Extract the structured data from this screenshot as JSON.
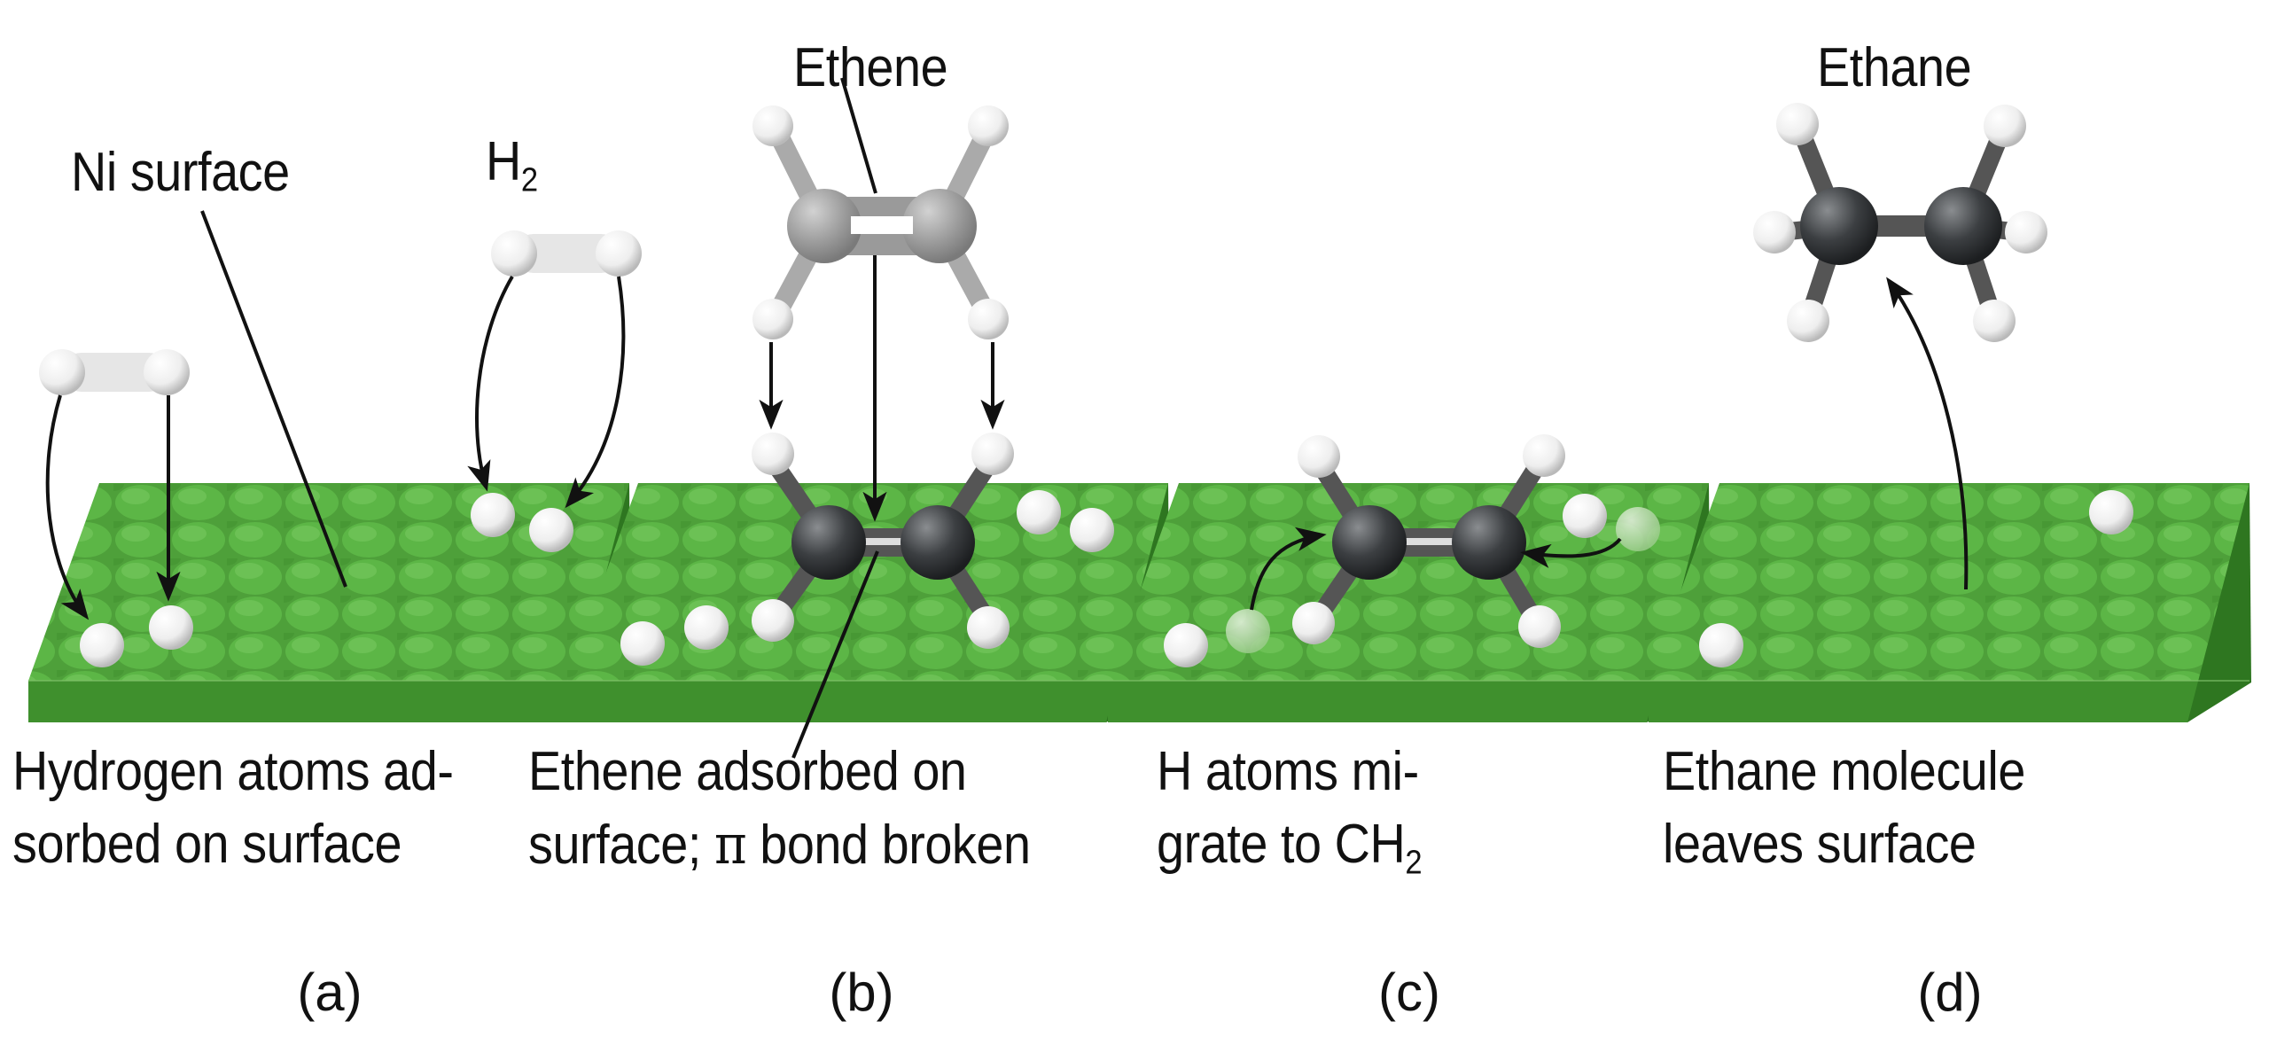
{
  "labels": {
    "ni_surface": "Ni surface",
    "h2_main": "H",
    "h2_sub": "2",
    "ethene": "Ethene",
    "ethane": "Ethane"
  },
  "panels": [
    {
      "id": "a",
      "caption_line1": "Hydrogen atoms ad-",
      "caption_line2": "sorbed on surface",
      "letter": "(a)"
    },
    {
      "id": "b",
      "caption_line1": "Ethene adsorbed on",
      "caption_line2_pre": "surface; ",
      "caption_line2_symbol": "π",
      "caption_line2_post": " bond broken",
      "letter": "(b)"
    },
    {
      "id": "c",
      "caption_line1": "H atoms mi-",
      "caption_line2_pre": "grate to CH",
      "caption_line2_sub": "2",
      "letter": "(c)"
    },
    {
      "id": "d",
      "caption_line1": "Ethane molecule",
      "caption_line2": "leaves surface",
      "letter": "(d)"
    }
  ],
  "colors": {
    "surface_top": "#4fa43a",
    "surface_front": "#3e8e2c",
    "surface_side": "#2f7a22",
    "carbon": "#3a3d40",
    "hydrogen": "#f4f4f4",
    "ethene_ghost": "#9a9a9a",
    "arrow": "#111111"
  }
}
